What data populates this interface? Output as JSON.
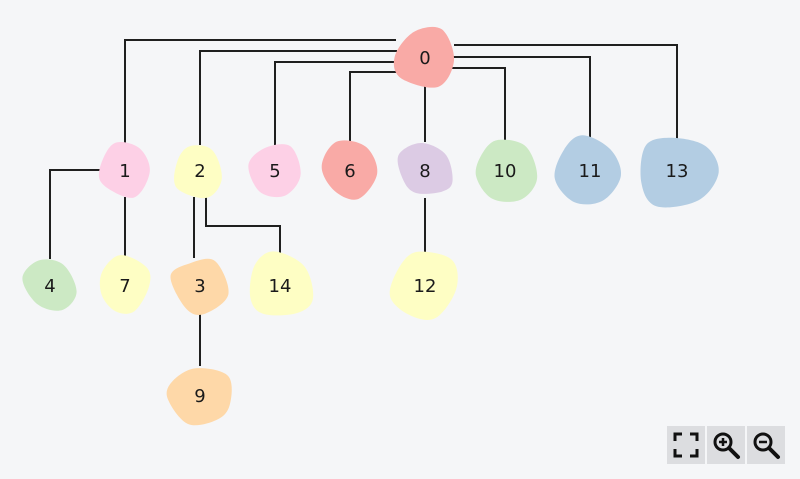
{
  "diagram": {
    "nodes": [
      {
        "id": "n0",
        "label": "0",
        "color": "#f9aaa6"
      },
      {
        "id": "n1",
        "label": "1",
        "color": "#fdd0e6"
      },
      {
        "id": "n2",
        "label": "2",
        "color": "#fefec4"
      },
      {
        "id": "n5",
        "label": "5",
        "color": "#fdd0e6"
      },
      {
        "id": "n6",
        "label": "6",
        "color": "#f9aaa6"
      },
      {
        "id": "n8",
        "label": "8",
        "color": "#dccbe4"
      },
      {
        "id": "n10",
        "label": "10",
        "color": "#cce9c4"
      },
      {
        "id": "n11",
        "label": "11",
        "color": "#b3cde3"
      },
      {
        "id": "n13",
        "label": "13",
        "color": "#b3cde3"
      },
      {
        "id": "n4",
        "label": "4",
        "color": "#cce9c4"
      },
      {
        "id": "n7",
        "label": "7",
        "color": "#fefec4"
      },
      {
        "id": "n3",
        "label": "3",
        "color": "#fed8a8"
      },
      {
        "id": "n14",
        "label": "14",
        "color": "#fefec4"
      },
      {
        "id": "n12",
        "label": "12",
        "color": "#fefec4"
      },
      {
        "id": "n9",
        "label": "9",
        "color": "#fed8a8"
      }
    ],
    "edges": [
      {
        "from": "n0",
        "to": "n1"
      },
      {
        "from": "n0",
        "to": "n2"
      },
      {
        "from": "n0",
        "to": "n5"
      },
      {
        "from": "n0",
        "to": "n6"
      },
      {
        "from": "n0",
        "to": "n8"
      },
      {
        "from": "n0",
        "to": "n10"
      },
      {
        "from": "n0",
        "to": "n11"
      },
      {
        "from": "n0",
        "to": "n13"
      },
      {
        "from": "n1",
        "to": "n4"
      },
      {
        "from": "n1",
        "to": "n7"
      },
      {
        "from": "n2",
        "to": "n3"
      },
      {
        "from": "n2",
        "to": "n14"
      },
      {
        "from": "n3",
        "to": "n9"
      },
      {
        "from": "n8",
        "to": "n12"
      }
    ],
    "edge_color": "#1f1f1f"
  },
  "toolbar": {
    "buttons": [
      {
        "name": "fullscreen-button",
        "icon": "fullscreen-icon"
      },
      {
        "name": "zoom-in-button",
        "icon": "zoom-in-icon"
      },
      {
        "name": "zoom-out-button",
        "icon": "zoom-out-icon"
      }
    ]
  }
}
